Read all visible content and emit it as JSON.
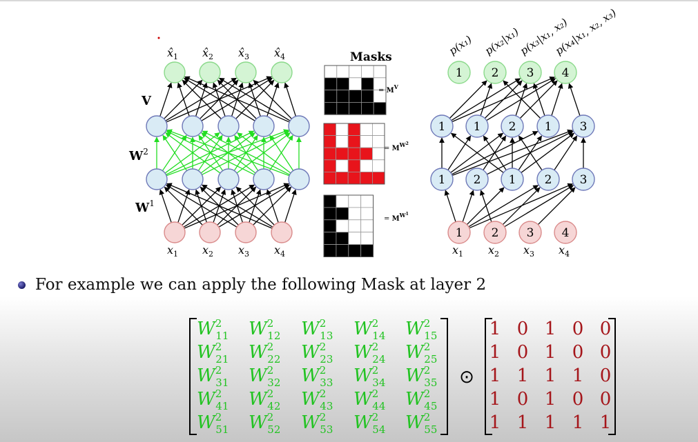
{
  "bullet": {
    "text": "For example we can apply the following Mask at layer 2"
  },
  "masks": {
    "title": "Masks",
    "m_v": [
      [
        0,
        0,
        0,
        0,
        0
      ],
      [
        1,
        1,
        0,
        1,
        0
      ],
      [
        1,
        1,
        1,
        1,
        0
      ],
      [
        1,
        1,
        1,
        1,
        1
      ]
    ],
    "m_w2": [
      [
        1,
        0,
        1,
        0,
        0
      ],
      [
        1,
        0,
        1,
        0,
        0
      ],
      [
        1,
        1,
        1,
        1,
        0
      ],
      [
        1,
        0,
        1,
        0,
        0
      ],
      [
        1,
        1,
        1,
        1,
        1
      ]
    ],
    "m_w1": [
      [
        1,
        0,
        0,
        0
      ],
      [
        1,
        1,
        0,
        0
      ],
      [
        1,
        0,
        0,
        0
      ],
      [
        1,
        1,
        0,
        0
      ],
      [
        1,
        1,
        1,
        1
      ]
    ],
    "label_base": "M",
    "label_v_sup": "V",
    "label_w2_sup": "W",
    "label_w2_supsup": "2",
    "label_w1_sup": "W",
    "label_w1_supsup": "1",
    "colors": {
      "v": "#000000",
      "w2": "#e8141b",
      "w1": "#000000"
    }
  },
  "left_net": {
    "input_labels": [
      "x",
      "x",
      "x",
      "x"
    ],
    "output_labels": [
      "x",
      "x",
      "x",
      "x"
    ],
    "subscripts": [
      "1",
      "2",
      "3",
      "4"
    ],
    "weight_labels": [
      {
        "base": "V",
        "sup": ""
      },
      {
        "base": "W",
        "sup": "2"
      },
      {
        "base": "W",
        "sup": "1"
      }
    ]
  },
  "right_net": {
    "inputs": [
      "1",
      "2",
      "3",
      "4"
    ],
    "input_labels": [
      "x",
      "x",
      "x",
      "x"
    ],
    "input_subs": [
      "1",
      "2",
      "3",
      "4"
    ],
    "hidden1": [
      "1",
      "2",
      "1",
      "2",
      "3"
    ],
    "hidden2": [
      "1",
      "1",
      "2",
      "1",
      "3"
    ],
    "outputs": [
      "1",
      "2",
      "3",
      "4"
    ],
    "output_labels": [
      "p(x₁)",
      "p(x₂|x₁)",
      "p(x₃|x₁, x₂)",
      "p(x₄|x₁, x₂, x₃)"
    ]
  },
  "equation": {
    "symbol": "W",
    "superscript": "2",
    "entries": [
      [
        "11",
        "12",
        "13",
        "14",
        "15"
      ],
      [
        "21",
        "22",
        "23",
        "24",
        "25"
      ],
      [
        "31",
        "32",
        "33",
        "34",
        "35"
      ],
      [
        "41",
        "42",
        "43",
        "44",
        "45"
      ],
      [
        "51",
        "52",
        "53",
        "54",
        "55"
      ]
    ],
    "operator": "⊙",
    "mask": [
      [
        "1",
        "0",
        "1",
        "0",
        "0"
      ],
      [
        "1",
        "0",
        "1",
        "0",
        "0"
      ],
      [
        "1",
        "1",
        "1",
        "1",
        "0"
      ],
      [
        "1",
        "0",
        "1",
        "0",
        "0"
      ],
      [
        "1",
        "1",
        "1",
        "1",
        "1"
      ]
    ],
    "colors": {
      "weights": "#22c322",
      "mask": "#a5161b"
    }
  },
  "colors": {
    "input_fill": "#f6d6d6",
    "input_stroke": "#d98a8a",
    "hidden_fill": "#d9ebf5",
    "hidden_stroke": "#6e78b8",
    "output_fill": "#d4f4d4",
    "output_stroke": "#8ad98a",
    "green_edge": "#22dd22"
  }
}
